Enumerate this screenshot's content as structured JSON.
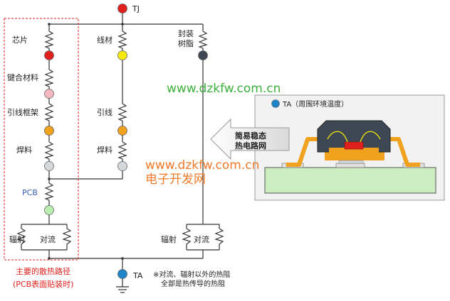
{
  "nodes": {
    "tj": "TJ",
    "ta": "TA"
  },
  "left_branch": {
    "chip": "芯片",
    "bond": "键合材料",
    "leadframe": "引线框架",
    "solder": "焊料",
    "pcb": "PCB",
    "radiation": "辐射",
    "convection": "对流"
  },
  "middle_branch": {
    "wire": "线材",
    "lead": "引线",
    "solder": "焊料"
  },
  "right_branch": {
    "resin_line1": "封装",
    "resin_line2": "树脂",
    "radiation": "辐射",
    "convection": "对流"
  },
  "main_path": {
    "line1": "主要的散热路径",
    "line2": "(PCB表面贴装时)"
  },
  "note": {
    "line1": "※对流、辐射以外的热阻",
    "line2": "全部是热传导的热阻"
  },
  "panel": {
    "ambient_label": "TA（周围环境温度）",
    "arrow_line1": "简易稳态",
    "arrow_line2": "热电路网"
  },
  "watermarks": {
    "url_green": "www.dzkfw.com.cn",
    "url_orange": "www.dzkfw.com.cn",
    "site_name": "电子开发网"
  },
  "colors": {
    "tj_node": "#e0201c",
    "chip_node": "#e0201c",
    "bond_node": "#f4b8c0",
    "leadframe_node": "#f0a21e",
    "solder_node": "#d5d8db",
    "pcb_node": "#b8efb0",
    "wire_node": "#f5e90a",
    "resin_node": "#3d4854",
    "ta_node": "#1e86c8",
    "dashed_box": "#e0201c",
    "panel_bg": "#f2f2f2",
    "pcb_board": "#ccedc0",
    "arrow_fill": "#e6e6e6"
  }
}
